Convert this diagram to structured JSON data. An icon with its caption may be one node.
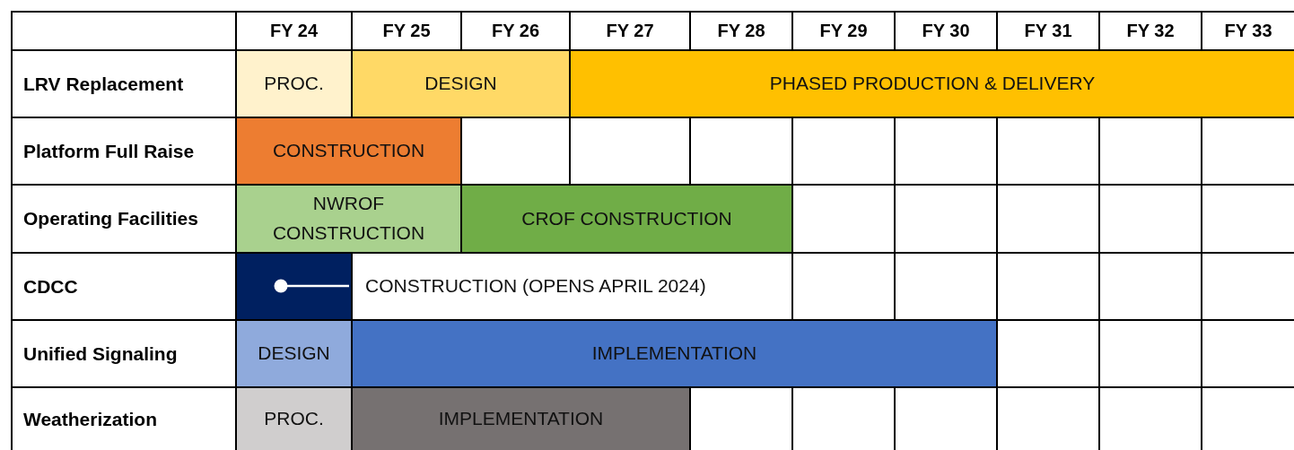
{
  "diagram": {
    "nodes": [
      {
        "text": [
          "PROC."
        ]
      },
      {
        "text": [
          "DESIGN"
        ]
      },
      {
        "text": [
          "PHASED PRODUCTION & DELIVERY"
        ]
      },
      {
        "text": [
          "CONSTRUCTION"
        ]
      },
      {
        "text": [
          "NWROF CONSTRUCTION"
        ]
      },
      {
        "text": [
          "CROF CONSTRUCTION"
        ]
      },
      {
        "text": [],
        "shape": "bar"
      },
      {
        "text": [
          "CONSTRUCTION (OPENS APRIL 2024)"
        ]
      },
      {
        "text": [
          "DESIGN"
        ]
      },
      {
        "text": [
          "IMPLEMENTATION"
        ]
      },
      {
        "text": [
          "PROC."
        ]
      },
      {
        "text": [
          "IMPLEMENTATION"
        ]
      }
    ],
    "labels": [
      "FY 24",
      "FY 25",
      "FY 26",
      "FY 27",
      "FY 28",
      "FY 29",
      "FY 30",
      "FY 31",
      "FY 32",
      "FY 33",
      "LRV Replacement",
      "Platform Full Raise",
      "Operating Facilities",
      "CDCC",
      "Unified Signaling",
      "Weatherization"
    ]
  }
}
